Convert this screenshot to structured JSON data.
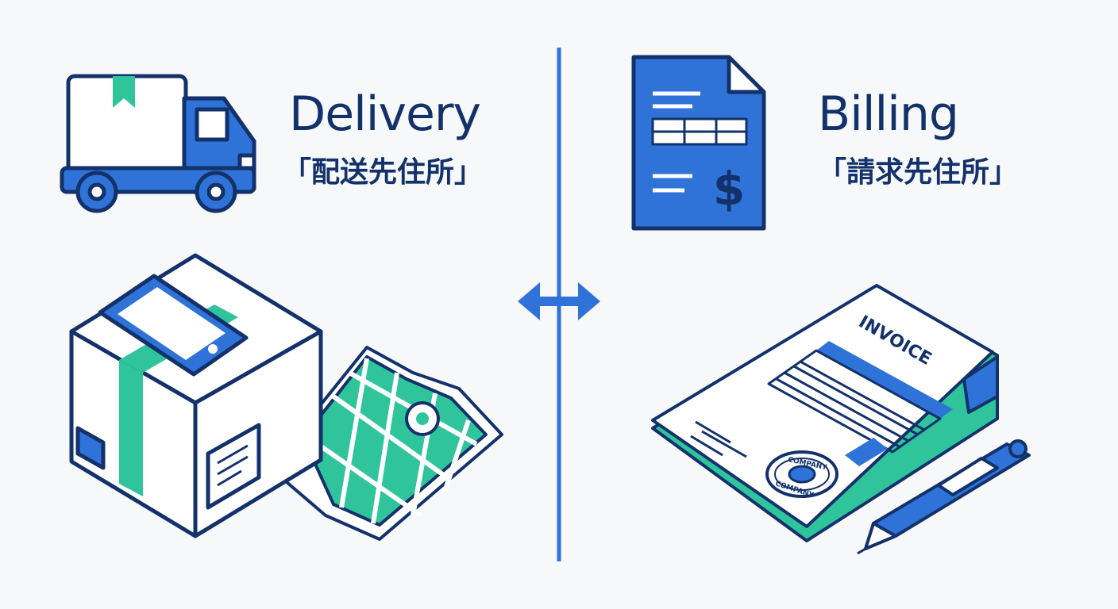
{
  "delivery": {
    "title": "Delivery",
    "subtitle": "「配送先住所」"
  },
  "billing": {
    "title": "Billing",
    "subtitle": "「請求先住所」",
    "invoice_label": "INVOICE",
    "stamp_text": "COMPANY"
  },
  "colors": {
    "navy": "#13316a",
    "blue": "#2f73d8",
    "teal": "#2fc49c",
    "background": "#f7f8f9"
  },
  "icons": [
    "delivery-truck-icon",
    "billing-document-icon",
    "package-box-icon",
    "smartphone-icon",
    "map-icon",
    "swap-arrows-icon",
    "invoice-icon",
    "pen-icon",
    "company-stamp-icon"
  ]
}
